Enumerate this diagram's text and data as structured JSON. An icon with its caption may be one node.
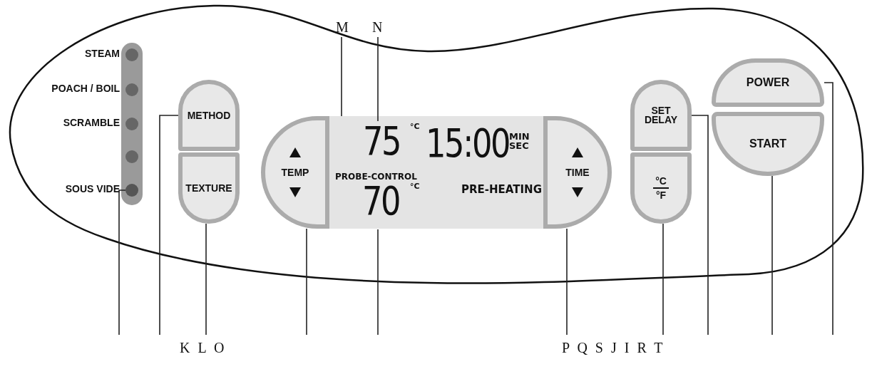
{
  "diagram": {
    "nodes": [
      {
        "text": [],
        "shape": "circle"
      },
      {
        "text": [
          "METHOD"
        ]
      },
      {
        "text": [
          "TEXTURE"
        ]
      },
      {
        "text": [
          "TEMP"
        ]
      },
      {
        "text": [
          "15:00",
          "MIN SEC",
          "PRE-HEATING"
        ]
      },
      {
        "text": [
          "75",
          "°C"
        ],
        "in": 4
      },
      {
        "text": [
          "PROBE-CONTROL",
          "70",
          "°C"
        ],
        "in": 4
      },
      {
        "text": [
          "TIME"
        ]
      },
      {
        "text": [
          "SET DELAY"
        ]
      },
      {
        "text": [
          "°C",
          "°F"
        ]
      },
      {
        "text": [
          "POWER"
        ]
      },
      {
        "text": [
          "START"
        ]
      },
      {
        "text": [
          "M"
        ]
      },
      {
        "text": [
          "N"
        ]
      }
    ],
    "edges": [
      {
        "from": 12,
        "to": 4,
        "arrow": "none"
      },
      {
        "from": 13,
        "to": 5,
        "arrow": "none"
      },
      {
        "from": null,
        "to": 0,
        "arrow": "none"
      },
      {
        "from": null,
        "to": 1,
        "arrow": "none"
      },
      {
        "from": null,
        "to": 2,
        "arrow": "none"
      },
      {
        "from": null,
        "to": 3,
        "arrow": "none"
      },
      {
        "from": null,
        "to": 6,
        "arrow": "none"
      },
      {
        "from": null,
        "to": 7,
        "arrow": "none"
      },
      {
        "from": null,
        "to": 9,
        "arrow": "none"
      },
      {
        "from": null,
        "to": 8,
        "arrow": "none"
      },
      {
        "from": null,
        "to": 11,
        "arrow": "none"
      },
      {
        "from": null,
        "to": 10,
        "arrow": "none"
      }
    ],
    "labels": [
      "STEAM",
      "POACH / BOIL",
      "SCRAMBLE",
      "SOUS VIDE",
      "K L O",
      "P Q S J I R T"
    ]
  }
}
